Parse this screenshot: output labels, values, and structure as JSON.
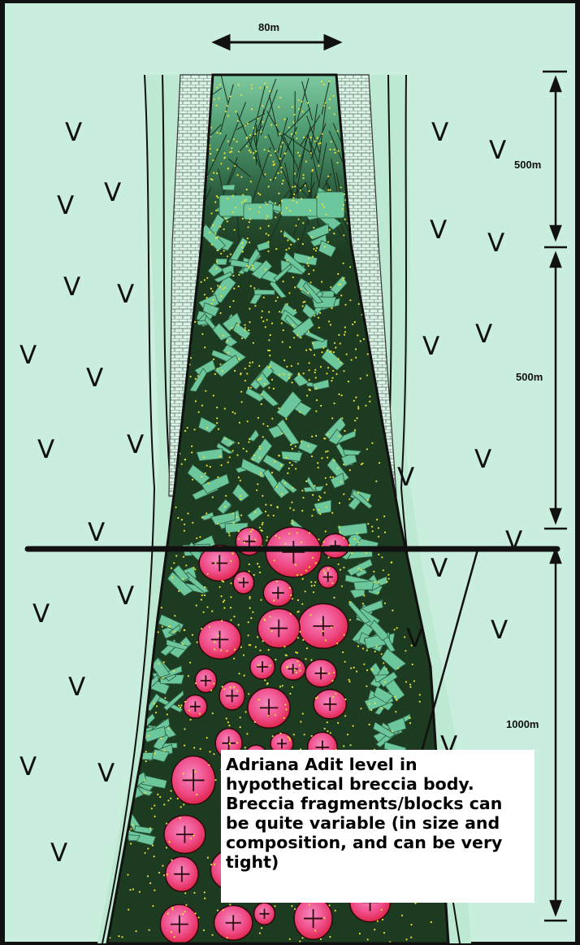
{
  "labels": {
    "top_width": "80m",
    "dim_upper": "500m",
    "dim_middle": "500m",
    "dim_lower": "1000m"
  },
  "country_rock_symbol": "V",
  "callout": {
    "text": "Adriana Adit level in hypothetical breccia body. Breccia fragments/blocks can be quite variable (in size and composition, and can be very tight)"
  },
  "colors": {
    "background": "#c9eedd",
    "host_rock": "#b7e8cf",
    "pipe_fill": "#1d3b20",
    "fragment_green": "#6cc79c",
    "clast_red": "#e0213c",
    "clast_pink": "#f277b3",
    "matrix_dots": "#e8e23a"
  }
}
